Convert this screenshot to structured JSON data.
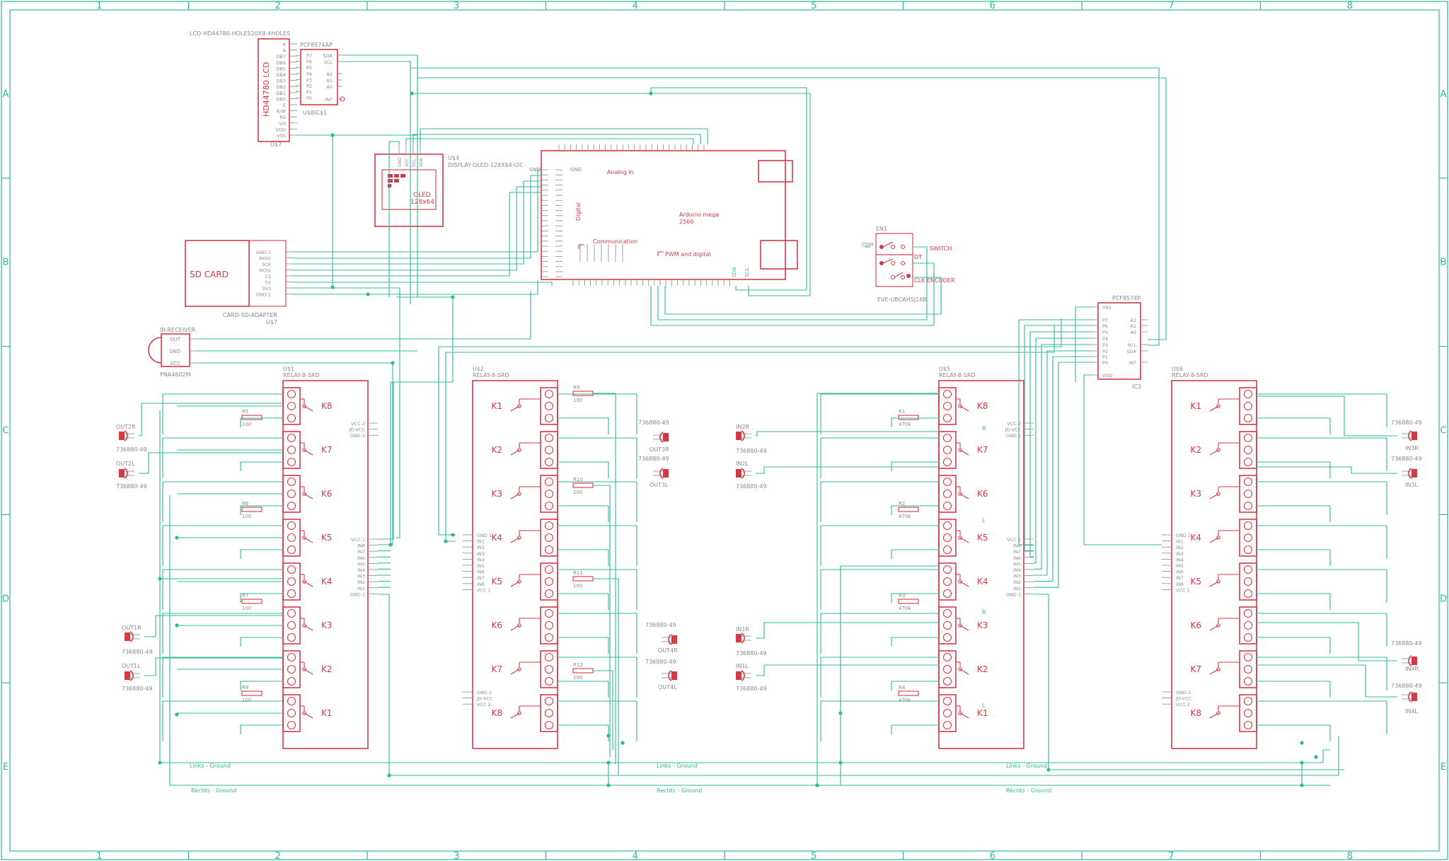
{
  "frame": {
    "columns": [
      "1",
      "2",
      "3",
      "4",
      "5",
      "6",
      "7",
      "8"
    ],
    "rows": [
      "A",
      "B",
      "C",
      "D",
      "E"
    ]
  },
  "lcd": {
    "title": "LCD-HD44780-HOLE520X4-4HOLES",
    "name": "HD44780 LCD",
    "ref": "U$7",
    "pins": [
      "K",
      "A",
      "DB7",
      "DB6",
      "DB5",
      "DB4",
      "DB3",
      "DB2",
      "DB1",
      "DB0",
      "E",
      "R/W",
      "RS",
      "VO",
      "VDD",
      "VSS"
    ]
  },
  "pcf_a": {
    "title": "PCF8574AP",
    "ref": "U$8IC$1",
    "pins_left": [
      "P7",
      "P6",
      "P5",
      "P4",
      "P3",
      "P2",
      "P1",
      "P0"
    ],
    "pins_right": [
      "SDA",
      "SCL",
      "A2",
      "A1",
      "A0",
      "INT"
    ]
  },
  "oled": {
    "ref": "U$4",
    "title": "DISPLAY-OLED-128X64-I2C",
    "label": "OLED\n128x64",
    "label_line1": "OLED",
    "label_line2": "128x64",
    "pins": [
      "GND",
      "VCC",
      "SCL",
      "SDA"
    ]
  },
  "arduino": {
    "label_analog": "Analog In",
    "label_digital": "Digital",
    "label_comm": "Communication",
    "label_pwm": "PWM and digital",
    "name": "Arduino mega\n2560",
    "name_line1": "Arduino mega",
    "name_line2": "2560",
    "gnd": "GND",
    "sda": "SDA",
    "scl": "SCL"
  },
  "sd": {
    "label": "SD CARD",
    "title": "CARD-SD-ADAPTER",
    "ref": "U$7",
    "pins": [
      "GND 2",
      "MISO",
      "SCK",
      "MOSI",
      "CS",
      "5V",
      "3V3",
      "GND 1"
    ]
  },
  "ir": {
    "title": "IR-RECEIVER",
    "ref": "PNA4602M",
    "pins": [
      "OUT",
      "GND",
      "VCC"
    ]
  },
  "encoder": {
    "ref": "EN1",
    "com": "COM",
    "switch": "SWITCH",
    "dt": "DT",
    "clk_encoder": "CLK ENCODER",
    "part": "EVE-UBCAHSJ16B"
  },
  "pcf_b": {
    "title": "PCF8574P",
    "ref": "IC3",
    "pins_left": [
      "VSS",
      "P7",
      "P6",
      "P5",
      "P4",
      "P3",
      "P2",
      "P1",
      "P0",
      "VDD"
    ],
    "pins_right": [
      "A2",
      "A1",
      "A0",
      "SCL",
      "SDA",
      "INT"
    ]
  },
  "relay_pins": [
    "GND 1",
    "IN1",
    "IN2",
    "IN3",
    "IN4",
    "IN5",
    "IN6",
    "IN7",
    "IN8",
    "VCC 1"
  ],
  "relay_pins_rev": [
    "VCC 1",
    "IN8",
    "IN7",
    "IN6",
    "IN5",
    "IN4",
    "IN3",
    "IN2",
    "IN1",
    "GND 1"
  ],
  "relay_power": [
    "VCC 2",
    "JD-VCC",
    "GND 2"
  ],
  "relay_power_rev": [
    "GND 2",
    "JD-VCC",
    "VCC 2"
  ],
  "relays": {
    "r1": {
      "ref": "U$1",
      "title": "RELAY-8-SRD",
      "k": [
        "K8",
        "K7",
        "K6",
        "K5",
        "K4",
        "K3",
        "K2",
        "K1"
      ]
    },
    "r2": {
      "ref": "U$2",
      "title": "RELAY-8-SRD",
      "k": [
        "K1",
        "K2",
        "K3",
        "K4",
        "K5",
        "K6",
        "K7",
        "K8"
      ]
    },
    "r3": {
      "ref": "U$5",
      "title": "RELAY-8-SRD",
      "k": [
        "K8",
        "K7",
        "K6",
        "K5",
        "K4",
        "K3",
        "K2",
        "K1"
      ]
    },
    "r4": {
      "ref": "U$6",
      "title": "RELAY-8-SRD",
      "k": [
        "K1",
        "K2",
        "K3",
        "K4",
        "K5",
        "K6",
        "K7",
        "K8"
      ]
    }
  },
  "resistors": {
    "r5": {
      "name": "R5",
      "value": "100"
    },
    "r6": {
      "name": "R6",
      "value": "100"
    },
    "r7": {
      "name": "R7",
      "value": "100"
    },
    "r8": {
      "name": "R8",
      "value": "100"
    },
    "r9": {
      "name": "R9",
      "value": "100"
    },
    "r10": {
      "name": "R10",
      "value": "100"
    },
    "r11": {
      "name": "R11",
      "value": "100"
    },
    "r12": {
      "name": "R12",
      "value": "100"
    },
    "r_a": {
      "name": "R1",
      "value": "470k"
    },
    "r_b": {
      "name": "R2",
      "value": "470k"
    },
    "r_c": {
      "name": "R3",
      "value": "470k"
    },
    "r_d": {
      "name": "R4",
      "value": "470k"
    }
  },
  "connectors": {
    "part": "736880-49",
    "out2r": "OUT2R",
    "out2l": "OUT2L",
    "out1r": "OUT1R",
    "out1l": "OUT1L",
    "out3r": "OUT3R",
    "out3l": "OUT3L",
    "out4r": "OUT4R",
    "out4l": "OUT4L",
    "in2r": "IN2R",
    "in2l": "IN2L",
    "in1r": "IN1R",
    "in1l": "IN1L",
    "in3r": "IN3R",
    "in3l": "IN3L",
    "in4r": "IN4R",
    "in4l": "IN4L"
  },
  "grounds": {
    "links": "Links - Ground",
    "rechts": "Rechts - Ground"
  },
  "rl": {
    "r": "R",
    "l": "L"
  }
}
